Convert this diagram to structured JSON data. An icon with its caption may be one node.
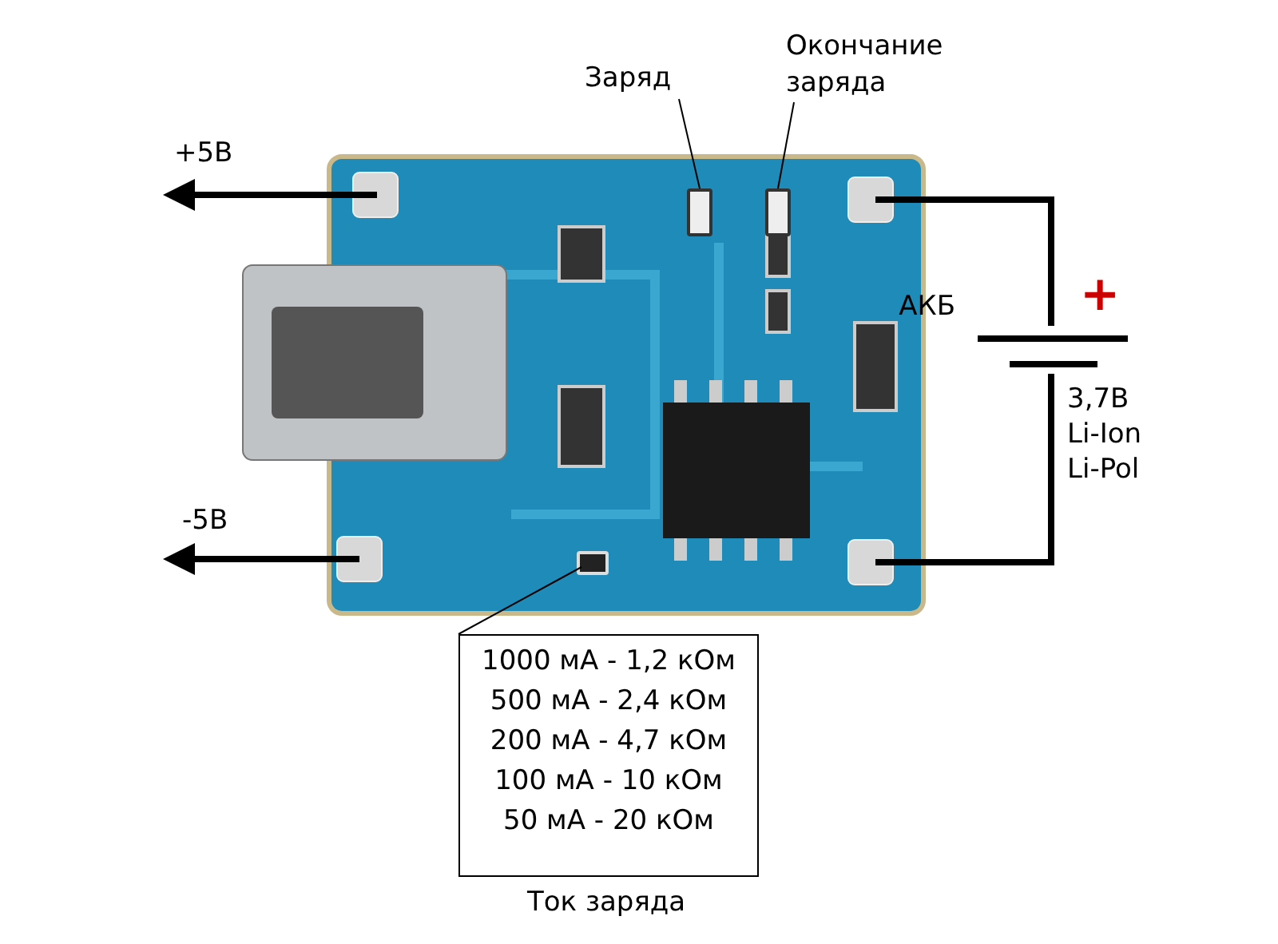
{
  "diagram": {
    "nodes": [
      {
        "text": [],
        "shape": "picture"
      },
      {
        "text": [
          "Заряд"
        ]
      },
      {
        "text": [
          "Окончание заряда"
        ]
      },
      {
        "text": [],
        "shape": "box",
        "in": 0
      },
      {
        "text": [],
        "shape": "box",
        "in": 0
      },
      {
        "text": [],
        "shape": "battery",
        "beside": [
          "АКБ",
          "+",
          "3,7В",
          "Li-Ion",
          "Li-Pol"
        ]
      },
      {
        "text": [
          "1000 мА - 1,2 кОм",
          "500 мА - 2,4 кОм",
          "200 мА - 4,7 кОм",
          "100 мА - 10 кОм",
          "50 мА - 20 кОм"
        ],
        "beside": [
          "Ток заряда"
        ]
      },
      {
        "text": [],
        "shape": "box",
        "in": 0
      }
    ],
    "edges": [
      {
        "from": 0,
        "to": null,
        "arrow": "to",
        "label": "+5В"
      },
      {
        "from": 0,
        "to": null,
        "arrow": "to",
        "label": "-5В"
      },
      {
        "from": 1,
        "to": 3,
        "arrow": "none"
      },
      {
        "from": 2,
        "to": 4,
        "arrow": "none"
      },
      {
        "from": 0,
        "to": 5,
        "arrow": "none"
      },
      {
        "from": 5,
        "to": 0,
        "arrow": "none"
      },
      {
        "from": 6,
        "to": 7,
        "arrow": "none"
      }
    ]
  }
}
